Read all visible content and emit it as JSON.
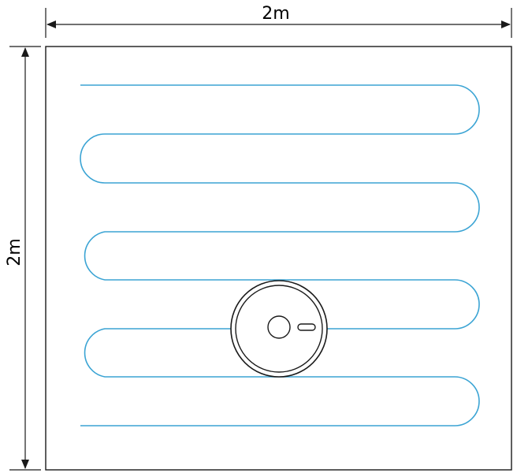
{
  "dimensions": {
    "width_label": "2m",
    "height_label": "2m"
  },
  "colors": {
    "outline": "#1a1a1a",
    "path": "#3ba4d4",
    "background": "#ffffff"
  },
  "path": {
    "passes": 8
  }
}
